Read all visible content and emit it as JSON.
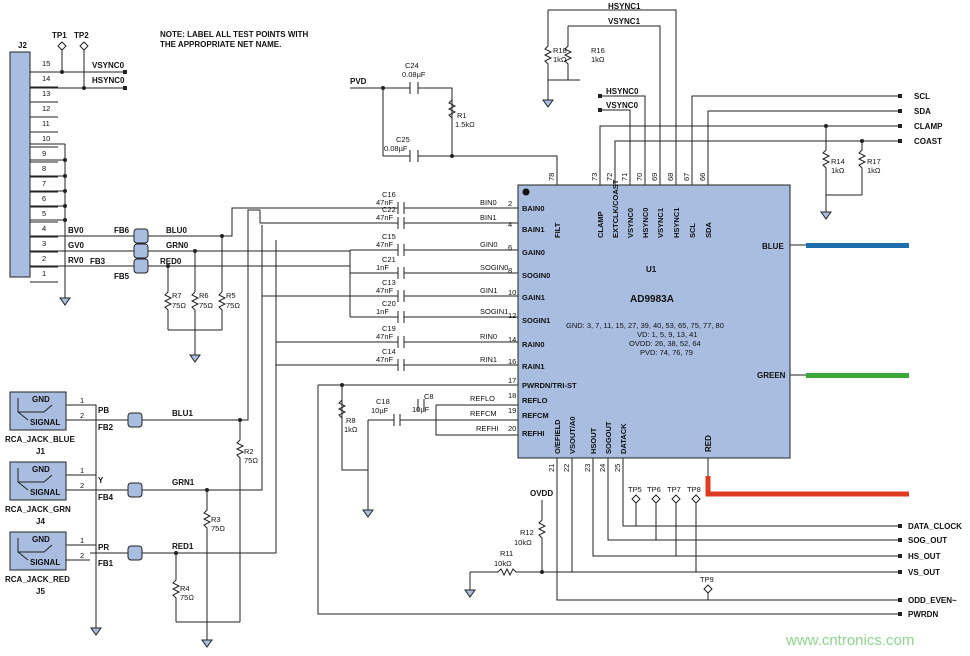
{
  "note": {
    "line1": "NOTE: LABEL ALL TEST POINTS WITH",
    "line2": "THE APPROPRIATE NET NAME."
  },
  "watermark": "www.cntronics.com",
  "chip": {
    "ref": "U1",
    "part": "AD9983A",
    "gnd": "GND: 3, 7, 11, 15, 27, 39, 40, 53, 65, 75, 77, 80",
    "vd": "VD: 1, 5, 9, 13, 41",
    "ovdd": "OVDD: 26, 38, 52, 64",
    "pvd": "PVD: 74, 76, 79",
    "left_pins": [
      {
        "name": "BAIN0",
        "num": "2"
      },
      {
        "name": "BAIN1",
        "num": "4"
      },
      {
        "name": "GAIN0",
        "num": "6"
      },
      {
        "name": "SOGIN0",
        "num": "8"
      },
      {
        "name": "GAIN1",
        "num": "10"
      },
      {
        "name": "SOGIN1",
        "num": "12"
      },
      {
        "name": "RAIN0",
        "num": "14"
      },
      {
        "name": "RAIN1",
        "num": "16"
      },
      {
        "name": "PWRDN/TRI-ST",
        "num": "17"
      },
      {
        "name": "REFLO",
        "num": "18"
      },
      {
        "name": "REFCM",
        "num": "19"
      },
      {
        "name": "REFHI",
        "num": "20"
      }
    ],
    "top_pins": [
      {
        "name": "FILT",
        "num": "78"
      },
      {
        "name": "CLAMP",
        "num": "73"
      },
      {
        "name": "EXTCLK/COAST",
        "num": "72"
      },
      {
        "name": "VSYNC0",
        "num": "71"
      },
      {
        "name": "HSYNC0",
        "num": "70"
      },
      {
        "name": "VSYNC1",
        "num": "69"
      },
      {
        "name": "HSYNC1",
        "num": "68"
      },
      {
        "name": "SCL",
        "num": "67"
      },
      {
        "name": "SDA",
        "num": "66"
      }
    ],
    "bottom_pins": [
      {
        "name": "O/EFIELD",
        "num": "21"
      },
      {
        "name": "VSOUT/A0",
        "num": "22"
      },
      {
        "name": "HSOUT",
        "num": "23"
      },
      {
        "name": "SOGOUT",
        "num": "24"
      },
      {
        "name": "DATACK",
        "num": "25"
      }
    ],
    "right_pins": [
      {
        "name": "BLUE"
      },
      {
        "name": "GREEN"
      },
      {
        "name": "RED"
      }
    ]
  },
  "connector": {
    "ref": "J2",
    "pins": [
      "15",
      "14",
      "13",
      "12",
      "11",
      "10",
      "9",
      "8",
      "7",
      "6",
      "5",
      "4",
      "3",
      "2",
      "1"
    ],
    "nets": {
      "vsync0": "VSYNC0",
      "hsync0": "HSYNC0",
      "bv0": "BV0",
      "gv0": "GV0",
      "rv0": "RV0"
    }
  },
  "test_points": {
    "tp1": "TP1",
    "tp2": "TP2",
    "tp5": "TP5",
    "tp6": "TP6",
    "tp7": "TP7",
    "tp8": "TP8",
    "tp9": "TP9"
  },
  "ferrites": {
    "fb6": "FB6",
    "fb3": "FB3",
    "fb5": "FB5",
    "fb2": "FB2",
    "fb4": "FB4",
    "fb1": "FB1"
  },
  "nets": {
    "blu0": "BLU0",
    "grn0": "GRN0",
    "red0": "RED0",
    "blu1": "BLU1",
    "grn1": "GRN1",
    "red1": "RED1",
    "pb": "PB",
    "y": "Y",
    "pr": "PR",
    "pvd": "PVD",
    "ovdd": "OVDD",
    "hsync1": "HSYNC1",
    "vsync1": "VSYNC1",
    "hsync0": "HSYNC0",
    "vsync0": "VSYNC0",
    "scl": "SCL",
    "sda": "SDA",
    "clamp": "CLAMP",
    "coast": "COAST",
    "bin0": "BIN0",
    "bin1": "BIN1",
    "gin0": "GIN0",
    "sogin0": "SOGIN0",
    "gin1": "GIN1",
    "sogin1": "SOGIN1",
    "rin0": "RIN0",
    "rin1": "RIN1",
    "reflo": "REFLO",
    "refcm": "REFCM",
    "refhi": "REFHI",
    "blue": "BLUE",
    "green": "GREEN",
    "red": "RED"
  },
  "outputs": [
    "DATA_CLOCK",
    "SOG_OUT",
    "HS_OUT",
    "VS_OUT",
    "ODD_EVEN~",
    "PWRDN"
  ],
  "caps": {
    "c24": {
      "ref": "C24",
      "val": "0.08µF"
    },
    "c25": {
      "ref": "C25",
      "val": "0.08µF"
    },
    "c16": {
      "ref": "C16",
      "val": "47nF"
    },
    "c22": {
      "ref": "C22",
      "val": "47nF"
    },
    "c15": {
      "ref": "C15",
      "val": "47nF"
    },
    "c21": {
      "ref": "C21",
      "val": "1nF"
    },
    "c13": {
      "ref": "C13",
      "val": "47nF"
    },
    "c20": {
      "ref": "C20",
      "val": "1nF"
    },
    "c19": {
      "ref": "C19",
      "val": "47nF"
    },
    "c14": {
      "ref": "C14",
      "val": "47nF"
    },
    "c18": {
      "ref": "C18",
      "val": "10µF"
    },
    "c8": {
      "ref": "C8",
      "val": "10µF"
    }
  },
  "resistors": {
    "r1": {
      "ref": "R1",
      "val": "1.5kΩ"
    },
    "r18": {
      "ref": "R18",
      "val": "1kΩ"
    },
    "r16": {
      "ref": "R16",
      "val": "1kΩ"
    },
    "r14": {
      "ref": "R14",
      "val": "1kΩ"
    },
    "r17": {
      "ref": "R17",
      "val": "1kΩ"
    },
    "r7": {
      "ref": "R7",
      "val": "75Ω"
    },
    "r6": {
      "ref": "R6",
      "val": "75Ω"
    },
    "r5": {
      "ref": "R5",
      "val": "75Ω"
    },
    "r2": {
      "ref": "R2",
      "val": "75Ω"
    },
    "r3": {
      "ref": "R3",
      "val": "75Ω"
    },
    "r4": {
      "ref": "R4",
      "val": "75Ω"
    },
    "r8": {
      "ref": "R8",
      "val": "1kΩ"
    },
    "r12": {
      "ref": "R12",
      "val": "10kΩ"
    },
    "r11": {
      "ref": "R11",
      "val": "10kΩ"
    }
  },
  "jacks": [
    {
      "ref": "J1",
      "name": "RCA_JACK_BLUE",
      "gnd": "GND",
      "signal": "SIGNAL",
      "pin1": "1",
      "pin2": "2"
    },
    {
      "ref": "J4",
      "name": "RCA_JACK_GRN",
      "gnd": "GND",
      "signal": "SIGNAL",
      "pin1": "1",
      "pin2": "2"
    },
    {
      "ref": "J5",
      "name": "RCA_JACK_RED",
      "gnd": "GND",
      "signal": "SIGNAL",
      "pin1": "1",
      "pin2": "2"
    }
  ],
  "colors": {
    "chip": "#a8bde0",
    "blue": "#1f6fae",
    "green": "#3aa83a",
    "red": "#e03a20",
    "jack": "#a8bde0",
    "ferrite": "#a8bde0"
  }
}
